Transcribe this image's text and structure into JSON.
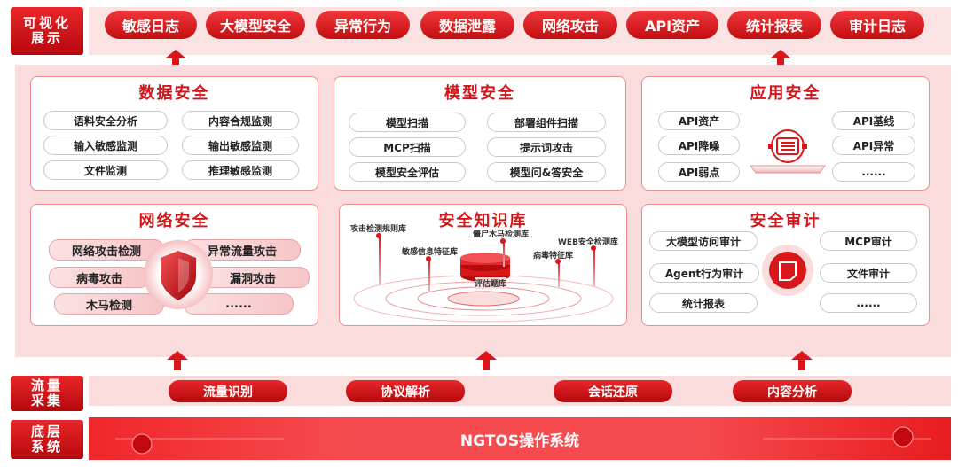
{
  "side_labels": {
    "visual_display": "可视化\n展示",
    "traffic_collection": "流量\n采集",
    "base_system": "底层\n系统"
  },
  "top_items": [
    "敏感日志",
    "大模型安全",
    "异常行为",
    "数据泄露",
    "网络攻击",
    "API资产",
    "统计报表",
    "审计日志"
  ],
  "data_security": {
    "title": "数据安全",
    "items": [
      "语料安全分析",
      "内容合规监测",
      "输入敏感监测",
      "输出敏感监测",
      "文件监测",
      "推理敏感监测"
    ]
  },
  "model_security": {
    "title": "模型安全",
    "items": [
      "模型扫描",
      "部署组件扫描",
      "MCP扫描",
      "提示词攻击",
      "模型安全评估",
      "模型问&答安全"
    ]
  },
  "app_security": {
    "title": "应用安全",
    "items": [
      "API资产",
      "API基线",
      "API降噪",
      "API异常",
      "API弱点",
      "......"
    ]
  },
  "network_security": {
    "title": "网络安全",
    "items": [
      "网络攻击检测",
      "异常流量攻击",
      "病毒攻击",
      "漏洞攻击",
      "木马检测",
      "......"
    ]
  },
  "knowledge_base": {
    "title": "安全知识库",
    "items": [
      "攻击检测规则库",
      "僵尸木马检测库",
      "敏感信息特征库",
      "WEB安全检测库",
      "病毒特征库",
      "评估题库"
    ]
  },
  "security_audit": {
    "title": "安全审计",
    "items": [
      "大模型访问审计",
      "MCP审计",
      "Agent行为审计",
      "文件审计",
      "统计报表",
      "......"
    ]
  },
  "traffic_items": [
    "流量识别",
    "协议解析",
    "会话还原",
    "内容分析"
  ],
  "os_name": "NGTOS操作系统",
  "colors": {
    "primary": "#d9161a",
    "light_bg": "#fbdcdc",
    "card_border": "#e88f91"
  }
}
